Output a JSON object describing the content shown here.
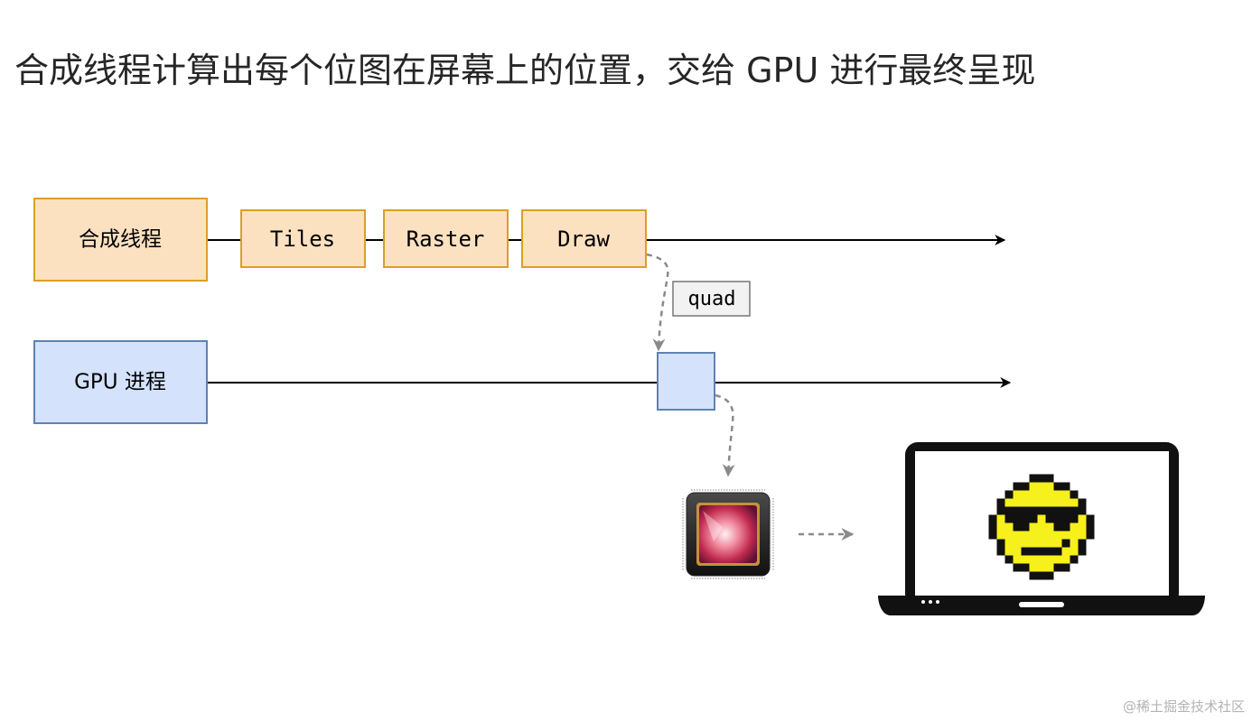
{
  "title": "合成线程计算出每个位图在屏幕上的位置，交给 GPU 进行最终呈现",
  "compositor": {
    "label": "合成线程",
    "steps": [
      "Tiles",
      "Raster",
      "Draw"
    ]
  },
  "gpu": {
    "label": "GPU 进程"
  },
  "message_label": "quad",
  "watermark": "@稀土掘金技术社区",
  "colors": {
    "orange_fill": "#fce1c1",
    "orange_border": "#d9a028",
    "blue_fill": "#d4e2fb",
    "blue_border": "#5f82b4",
    "arrow_gray": "#8a8a8a",
    "emoji_yellow": "#f6f01c"
  },
  "icons": [
    "gpu-chip-icon",
    "laptop-icon",
    "sunglasses-emoji-icon"
  ]
}
